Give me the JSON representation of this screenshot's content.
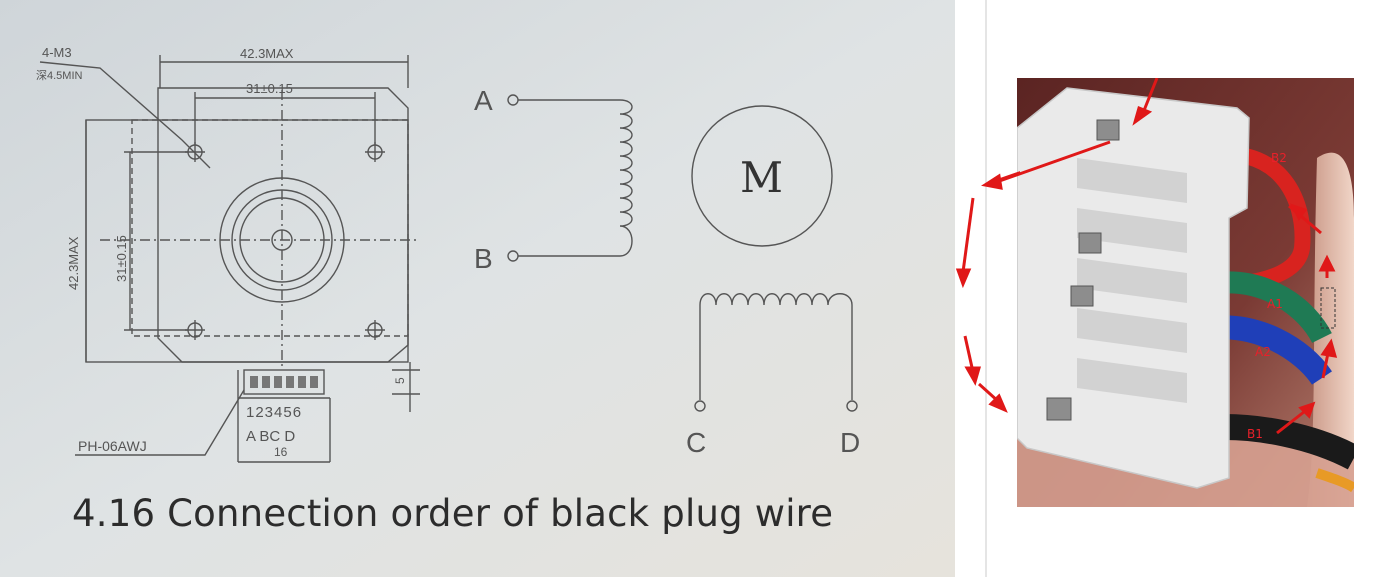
{
  "drawing": {
    "caption": "4.16 Connection order of black plug wire",
    "dim_holes": "4-M3",
    "dim_depth": "深4.5MIN",
    "dim_width_max": "42.3MAX",
    "dim_hole_spacing_h": "31±0.15",
    "dim_height_max": "42.3MAX",
    "dim_hole_spacing_v": "31±0.15",
    "dim_small": "5",
    "connector_part": "PH-06AWJ",
    "pin_numbers": "123456",
    "pin_letters": "A BC D",
    "pin_note": "16",
    "coil_labels": [
      "A",
      "B",
      "C",
      "D"
    ],
    "motor_symbol": "M"
  },
  "photo": {
    "wire_labels": [
      "B2",
      "A1",
      "A2",
      "B1"
    ],
    "label_color": "#e8202a",
    "arrow_color": "#e01818",
    "wire_colors": {
      "B2": "#d8231f",
      "A1": "#1f7a54",
      "A2": "#1f3fb8",
      "B1": "#1a1a1a"
    }
  }
}
